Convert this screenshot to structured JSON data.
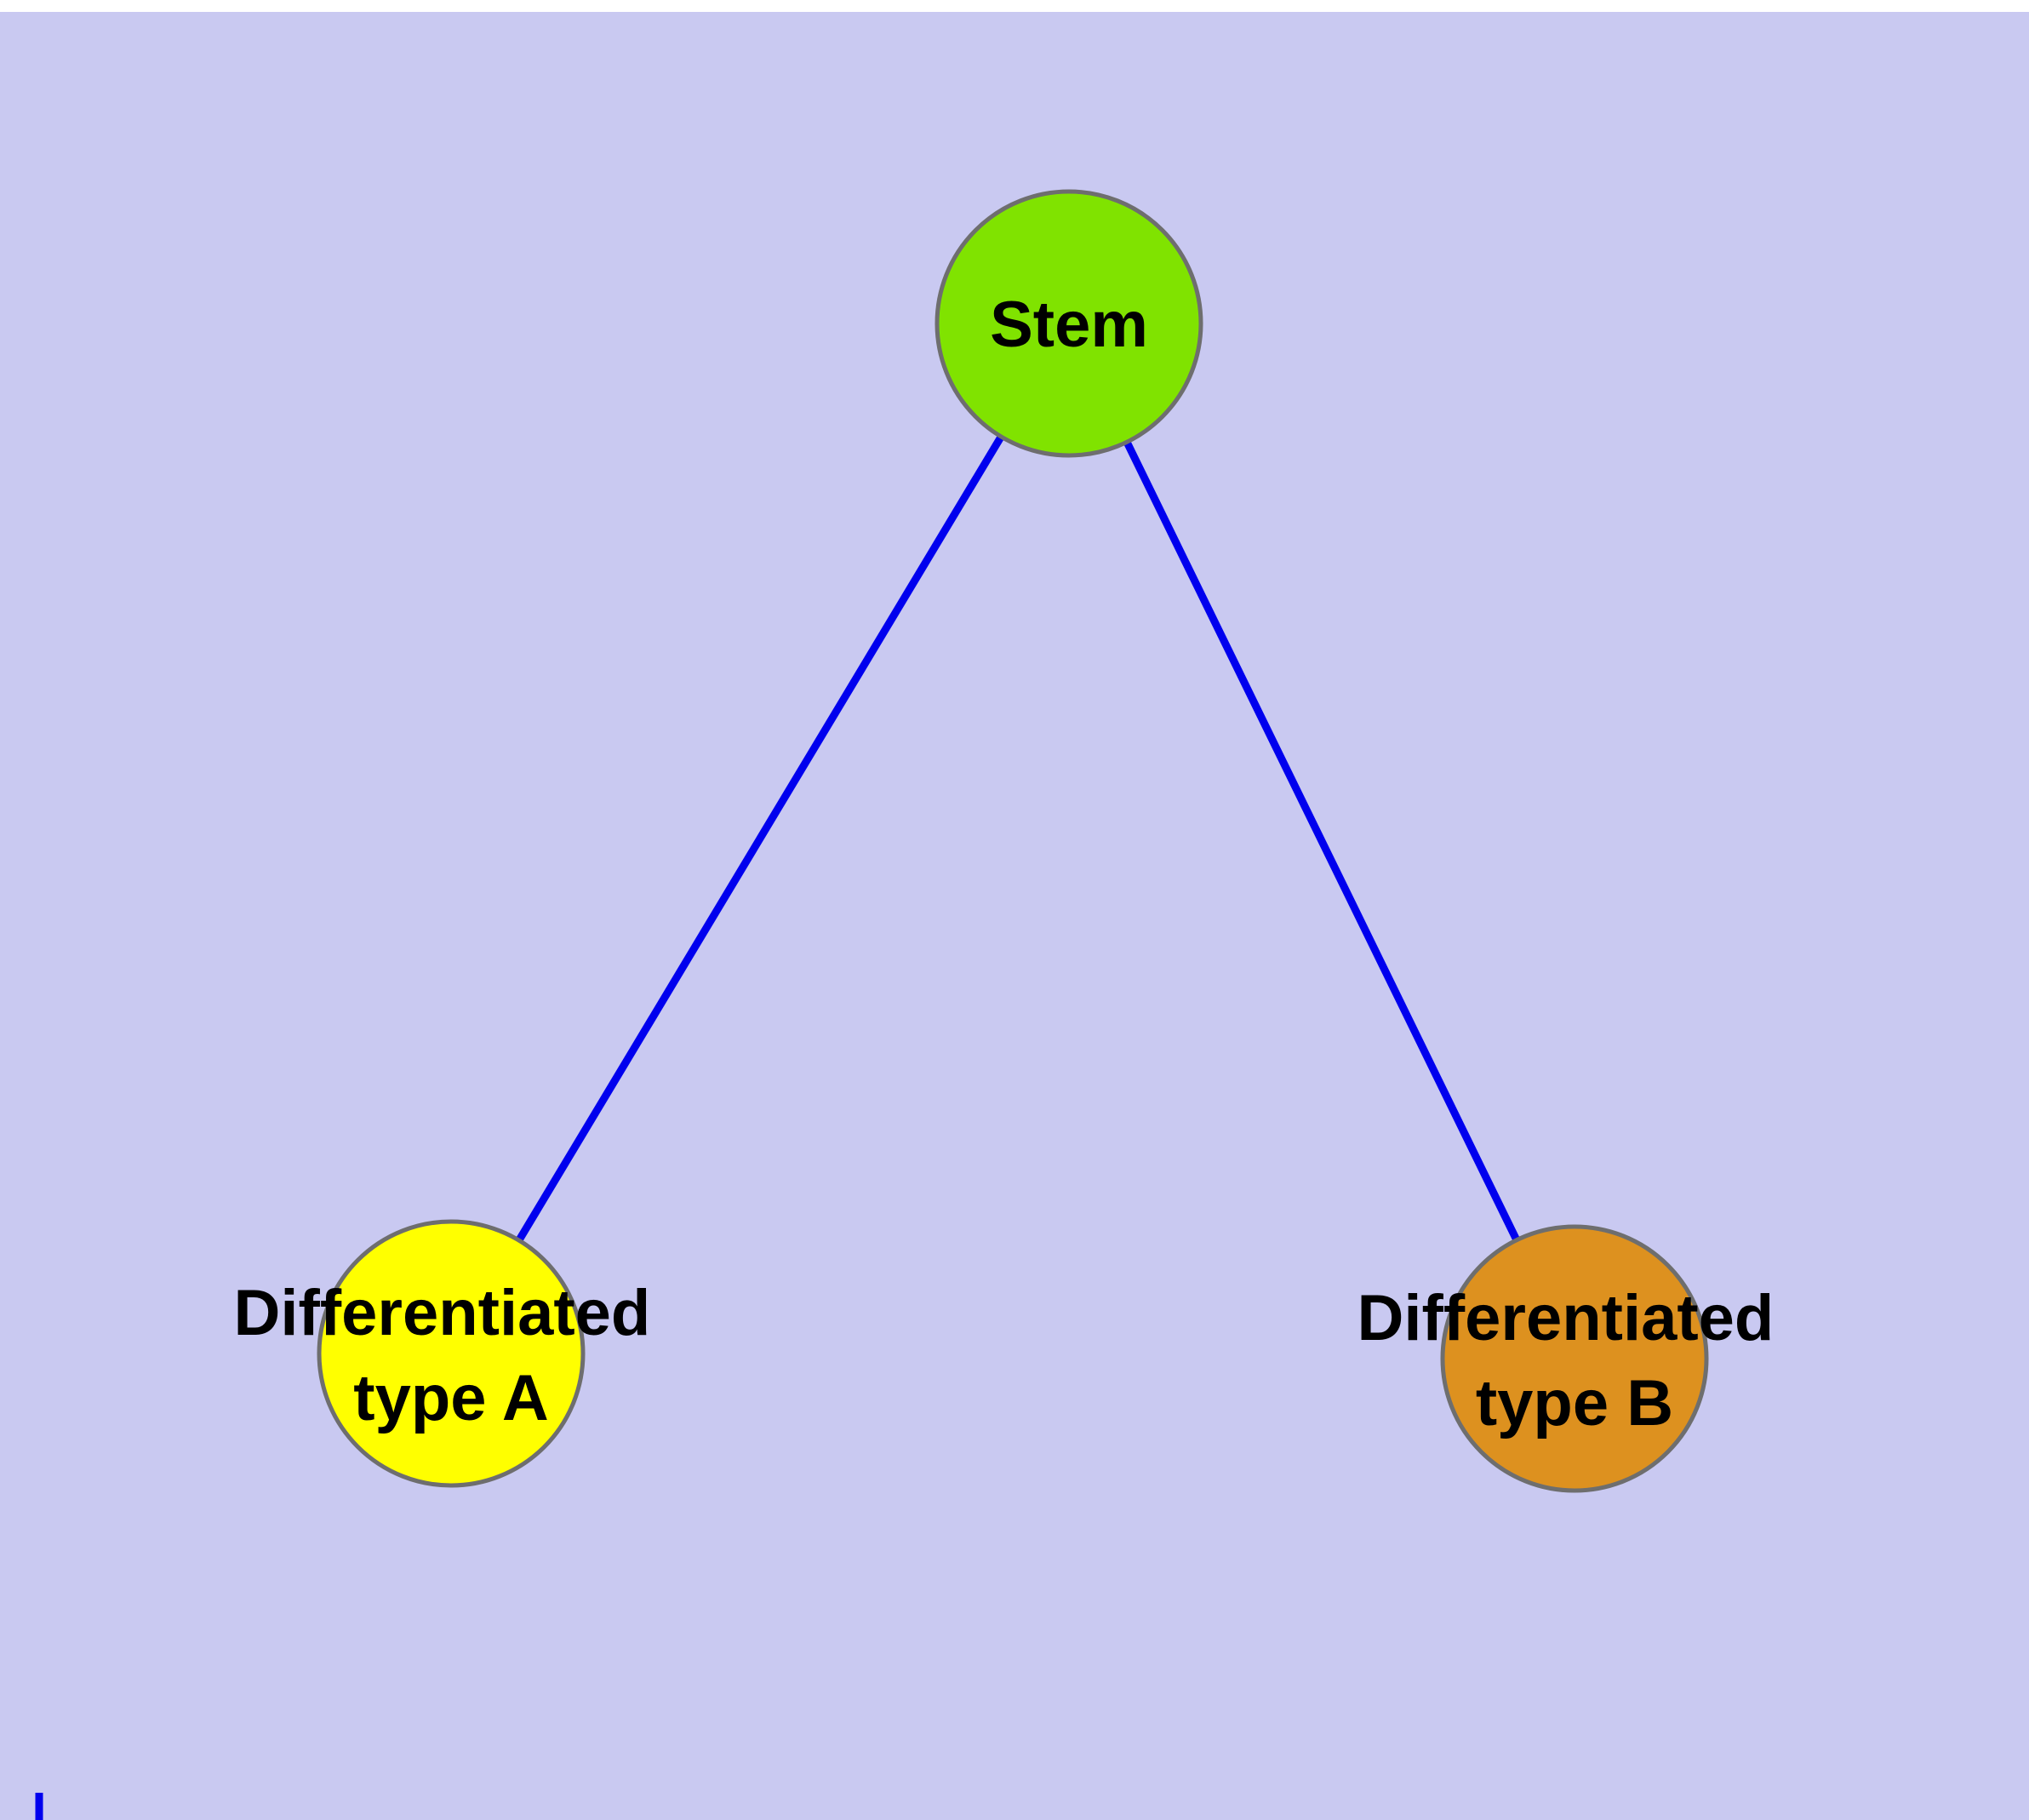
{
  "diagram": {
    "type": "graph",
    "background_color": "#c9c9f1",
    "top_strip_color": "#ffffff",
    "edge_color": "#0000ee",
    "node_border_color": "#6e6e6e",
    "nodes": [
      {
        "id": "stem",
        "label": "Stem",
        "color": "#80e300"
      },
      {
        "id": "differentiated-type-a",
        "label_line1": "Differentiated",
        "label_line2": "type A",
        "color": "#ffff00"
      },
      {
        "id": "differentiated-type-b",
        "label_line1": "Differentiated",
        "label_line2": "type B",
        "color": "#dd911f"
      }
    ],
    "edges": [
      {
        "from": "stem",
        "to": "differentiated-type-a"
      },
      {
        "from": "stem",
        "to": "differentiated-type-b"
      }
    ]
  }
}
